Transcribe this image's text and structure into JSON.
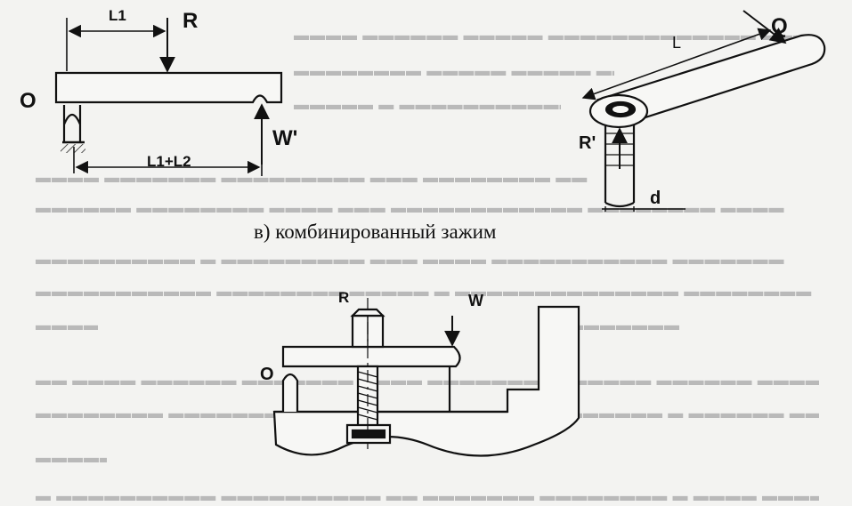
{
  "caption": "в) комбинированный зажим",
  "top_left_diagram": {
    "labels": {
      "l1": "L1",
      "r": "R",
      "o": "O",
      "w_prime": "W'",
      "l1_l2": "L1+L2"
    }
  },
  "top_right_diagram": {
    "labels": {
      "l": "L",
      "q": "Q",
      "r_prime": "R'",
      "d": "d"
    }
  },
  "bottom_diagram": {
    "labels": {
      "r": "R",
      "w": "W",
      "o": "O"
    }
  },
  "colors": {
    "ink": "#111111",
    "paper": "#f3f3f1",
    "ghost_text": "#b9b9b9"
  }
}
